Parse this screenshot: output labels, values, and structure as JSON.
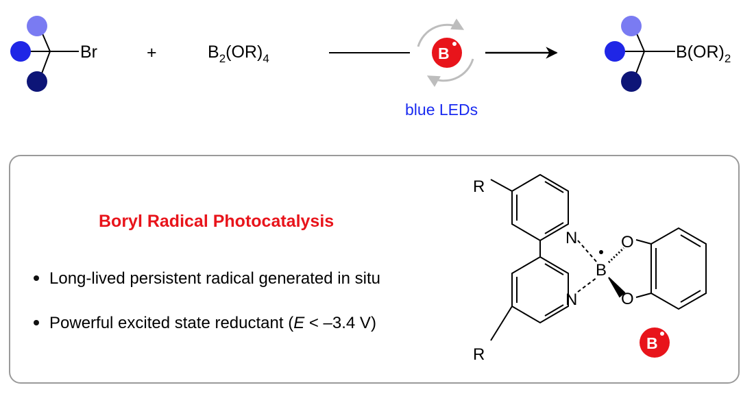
{
  "reaction": {
    "reactant_leaving_group": "Br",
    "plus": "+",
    "reagent": {
      "main": "B",
      "sub1": "2",
      "mid": "(OR)",
      "sub2": "4"
    },
    "catalyst_badge": "B",
    "condition": "blue LEDs",
    "product_group": {
      "main": "B(OR)",
      "sub": "2"
    }
  },
  "panel": {
    "title": "Boryl Radical Photocatalysis",
    "bullets": [
      {
        "text": "Long-lived persistent radical generated in situ"
      },
      {
        "pre": "Powerful excited state reductant (",
        "italic": "E",
        "post": " < –3.4 V)"
      }
    ],
    "structure_labels": {
      "r_top": "R",
      "r_bottom": "R",
      "n1": "N",
      "n2": "N",
      "b": "B",
      "o1": "O",
      "o2": "O"
    },
    "badge": "B"
  },
  "colors": {
    "accent_red": "#e8141b",
    "title_red": "#e8141b",
    "blue_text": "#1a2bf0",
    "circle_light": "#7a7bf2",
    "circle_mid": "#1f26e6",
    "circle_dark": "#0d1577",
    "panel_border": "#9a9a9a",
    "cycle_arrow": "#bdbdbd"
  },
  "icons": [
    "bullet-dot-icon",
    "reaction-arrow-icon",
    "photocatalytic-cycle-icon",
    "radical-dot-icon"
  ]
}
